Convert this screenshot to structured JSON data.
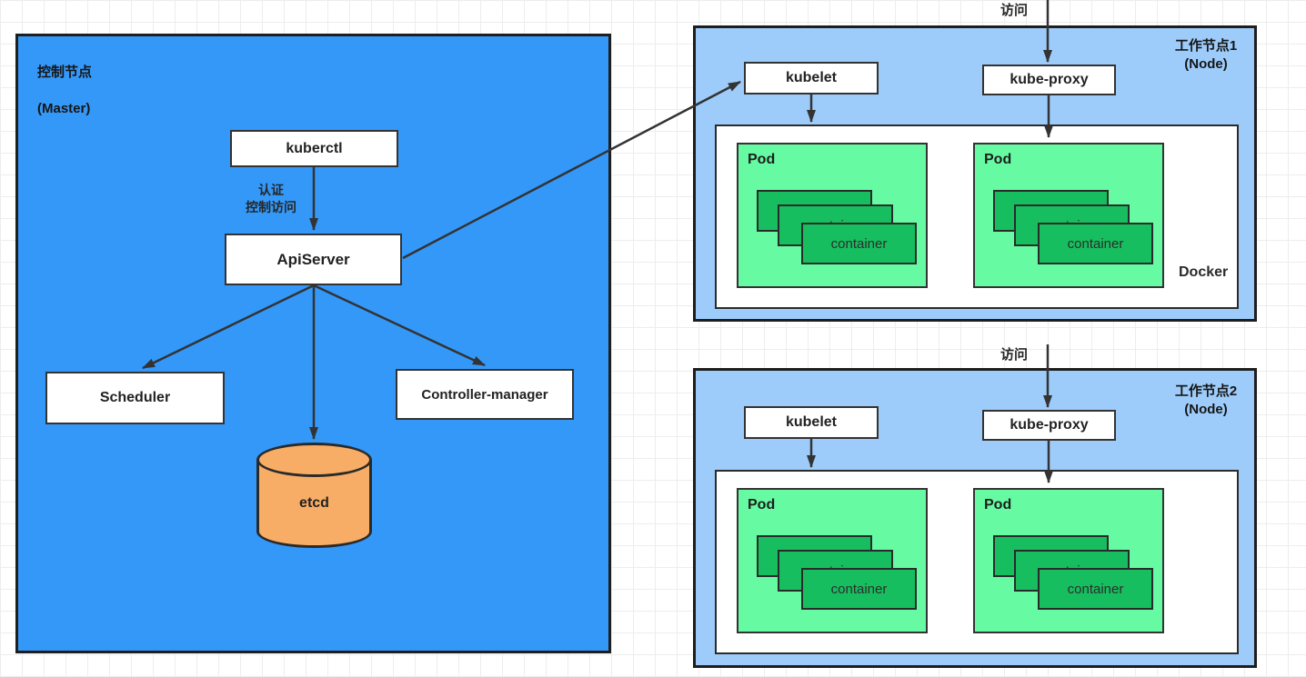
{
  "colors": {
    "master_fill": "#3498F8",
    "node_fill": "#9DCCFB",
    "pod_fill": "#66FBA2",
    "container_fill": "#17BE5F",
    "etcd_fill": "#F8AD66",
    "box_fill": "#FFFFFF",
    "border_dark": "#1E1E1E",
    "arrow": "#333333"
  },
  "master": {
    "title_line1": "控制节点",
    "title_line2": "(Master)",
    "kuberctl_label": "kuberctl",
    "auth_line1": "认证",
    "auth_line2": "控制访问",
    "apiserver_label": "ApiServer",
    "scheduler_label": "Scheduler",
    "controller_manager_label": "Controller-manager",
    "etcd_label": "etcd"
  },
  "node1": {
    "title_line1": "工作节点1",
    "title_line2": "(Node)",
    "visit_label": "访问",
    "kubelet_label": "kubelet",
    "kube_proxy_label": "kube-proxy",
    "docker_label": "Docker",
    "pods": [
      {
        "label": "Pod",
        "containers": [
          "container",
          "container",
          "container"
        ]
      },
      {
        "label": "Pod",
        "containers": [
          "container",
          "container",
          "container"
        ]
      }
    ]
  },
  "node2": {
    "title_line1": "工作节点2",
    "title_line2": "(Node)",
    "visit_label": "访问",
    "kubelet_label": "kubelet",
    "kube_proxy_label": "kube-proxy",
    "pods": [
      {
        "label": "Pod",
        "containers": [
          "container",
          "container",
          "container"
        ]
      },
      {
        "label": "Pod",
        "containers": [
          "container",
          "container",
          "container"
        ]
      }
    ]
  }
}
